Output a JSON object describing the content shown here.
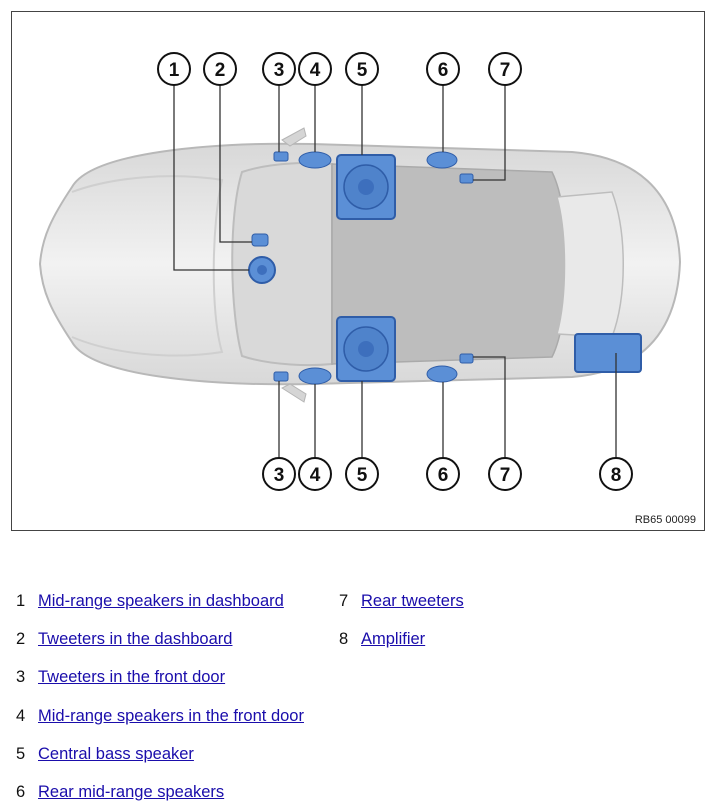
{
  "figure": {
    "figure_id": "RB65 00099",
    "callouts": [
      "1",
      "2",
      "3",
      "4",
      "5",
      "6",
      "7",
      "3",
      "4",
      "5",
      "6",
      "7",
      "8"
    ]
  },
  "legend": [
    {
      "num": "1",
      "label": "Mid-range speakers in dashboard"
    },
    {
      "num": "2",
      "label": "Tweeters in the dashboard"
    },
    {
      "num": "3",
      "label": "Tweeters in the front door"
    },
    {
      "num": "4",
      "label": "Mid-range speakers in the front door"
    },
    {
      "num": "5",
      "label": "Central bass speaker"
    },
    {
      "num": "6",
      "label": "Rear mid-range speakers"
    },
    {
      "num": "7",
      "label": "Rear tweeters"
    },
    {
      "num": "8",
      "label": "Amplifier"
    }
  ],
  "colors": {
    "speaker_blue": "#5b8fd6",
    "car_gray": "#c9c9c9",
    "link_blue": "#1a0dab"
  }
}
